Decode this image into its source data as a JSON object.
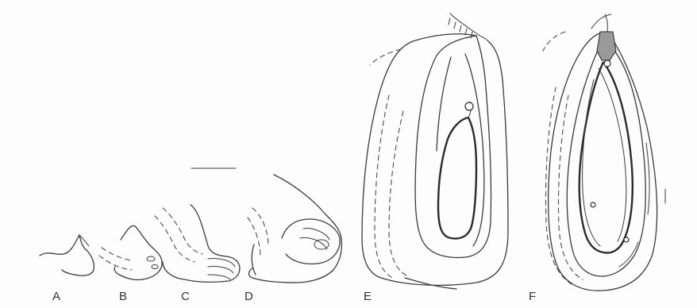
{
  "figure": {
    "panels": [
      {
        "id": "A",
        "label": "A"
      },
      {
        "id": "B",
        "label": "B"
      },
      {
        "id": "C",
        "label": "C"
      },
      {
        "id": "D",
        "label": "D"
      },
      {
        "id": "E",
        "label": "E"
      },
      {
        "id": "F",
        "label": "F"
      }
    ]
  }
}
